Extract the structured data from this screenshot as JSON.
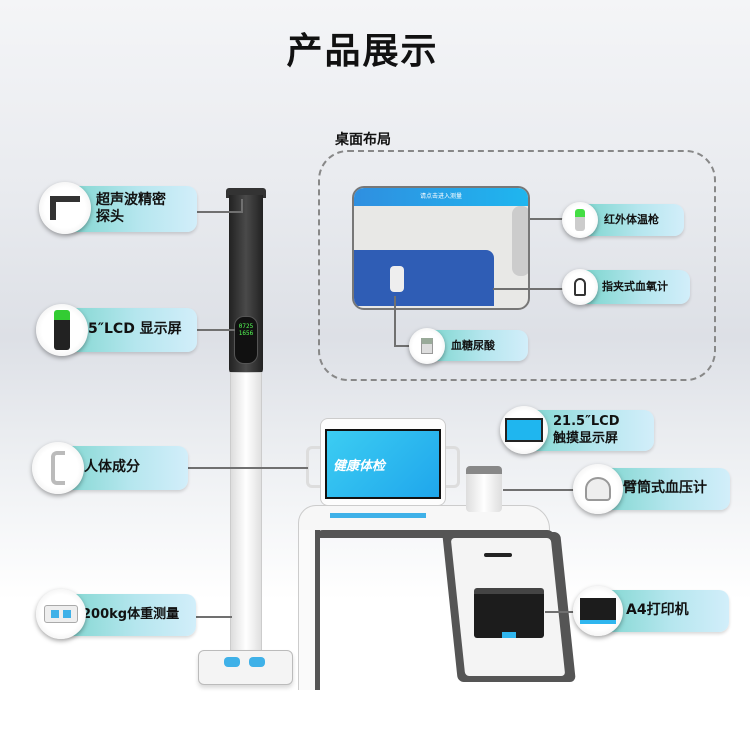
{
  "title": "产品展示",
  "desktop_layout": {
    "label": "桌面布局",
    "kiosk_screen_text": "请点击进入测量",
    "callouts": [
      {
        "id": "thermometer",
        "label": "红外体温枪",
        "icon": "thermometer-gun-icon"
      },
      {
        "id": "oximeter",
        "label": "指夹式血氧计",
        "icon": "finger-oximeter-icon"
      },
      {
        "id": "glucose",
        "label": "血糖尿酸",
        "icon": "glucose-meter-icon"
      }
    ]
  },
  "left_callouts": [
    {
      "id": "ultrasonic",
      "label_lines": [
        "超声波精密",
        "探头"
      ],
      "icon": "ultrasonic-probe-icon"
    },
    {
      "id": "lcd5",
      "label": "5″LCD 显示屏",
      "icon": "lcd-display-icon"
    },
    {
      "id": "body",
      "label": "人体成分",
      "icon": "body-composition-handle-icon"
    },
    {
      "id": "weight",
      "label": "200kg体重测量",
      "icon": "weight-scale-icon"
    }
  ],
  "right_callouts": [
    {
      "id": "touch",
      "label_lines": [
        "21.5″LCD",
        "触摸显示屏"
      ],
      "icon": "touch-screen-icon"
    },
    {
      "id": "bp",
      "label": "臂筒式血压计",
      "icon": "blood-pressure-cuff-icon"
    },
    {
      "id": "printer",
      "label": "A4打印机",
      "icon": "printer-icon"
    }
  ],
  "machine": {
    "screen_title": "健康体检",
    "lcd_readings": [
      "0725",
      "1656"
    ]
  },
  "colors": {
    "pill_start": "#7fd6cf",
    "pill_end": "#d2eefa",
    "screen_blue": "#1fb6ef",
    "mat_blue": "#2f5db5"
  }
}
